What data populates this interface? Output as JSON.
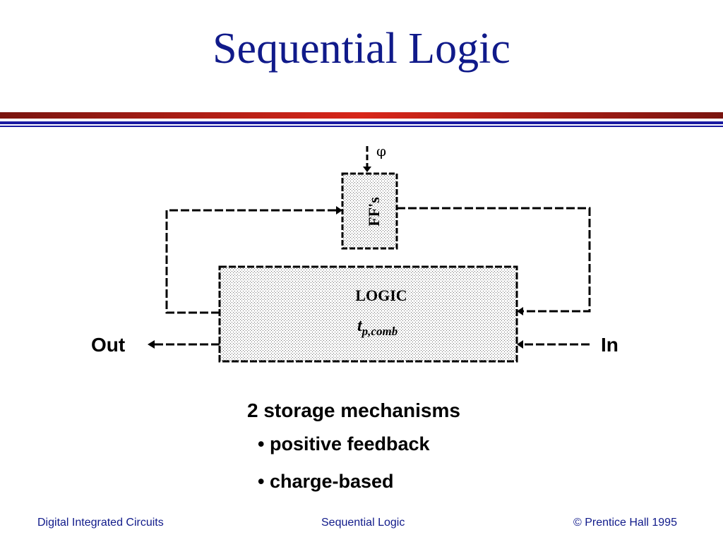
{
  "title": "Sequential Logic",
  "colors": {
    "title": "#101a8a",
    "rule_red": "#cc1a12",
    "rule_dark_red": "#7a1510",
    "rule_blue": "#1a1aa0",
    "footer": "#101a8a",
    "block_fill": "#d8d8d8"
  },
  "diagram": {
    "ff_label": "FF's",
    "clock_symbol": "φ",
    "logic_label": "LOGIC",
    "delay_main": "t",
    "delay_sub": "p,comb",
    "out_label": "Out",
    "in_label": "In"
  },
  "content": {
    "heading": "2 storage mechanisms",
    "bullets": [
      "• positive feedback",
      "• charge-based"
    ]
  },
  "footer": {
    "left": "Digital Integrated Circuits",
    "center": "Sequential Logic",
    "right": "© Prentice Hall 1995"
  }
}
